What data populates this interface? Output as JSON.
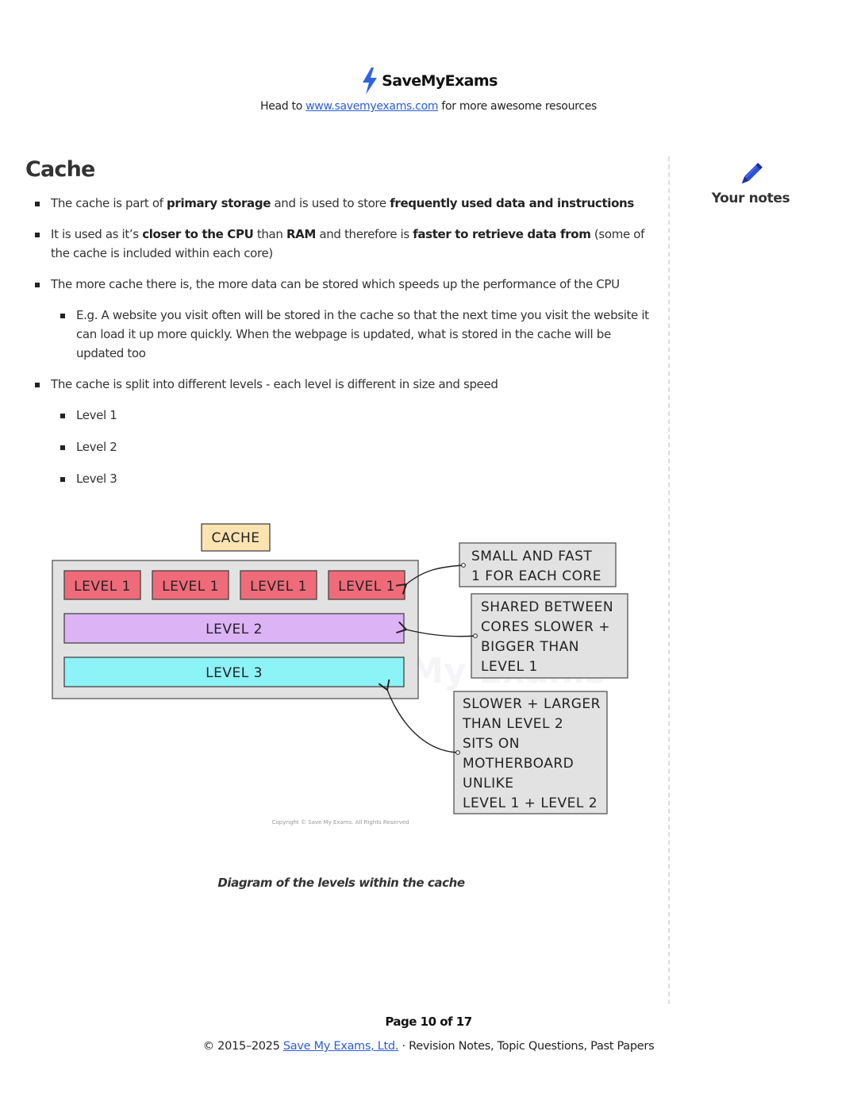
{
  "header": {
    "logo_text": "SaveMyExams",
    "tagline_prefix": "Head to ",
    "tagline_link": "www.savemyexams.com",
    "tagline_suffix": " for more awesome resources"
  },
  "sidebar": {
    "notes_label": "Your notes",
    "icon": "pencil-icon"
  },
  "content": {
    "title": "Cache",
    "bullets": [
      {
        "t1": "The cache is part of ",
        "b1": "primary storage",
        "t2": " and is used to store ",
        "b2": "frequently used data and instructions"
      },
      {
        "t1": "It is used as it’s ",
        "b1": "closer to the CPU",
        "t2": " than ",
        "b2": "RAM",
        "t3": " and therefore is ",
        "b3": "faster to retrieve data from",
        "t4": " (some of the cache is included within each core)"
      },
      {
        "text": "The more cache there is, the more data can be stored which speeds up the performance of the CPU"
      },
      {
        "text": "The cache is split into different levels - each level is different in size and speed"
      }
    ],
    "sub_example": "E.g. A website you visit often will be stored in the cache so that the next time you visit the website it can load it up more quickly. When the webpage is updated, what is stored in the cache will be updated too",
    "levels": [
      "Level 1",
      "Level 2",
      "Level 3"
    ]
  },
  "diagram": {
    "cache_label": "CACHE",
    "level1_label": "LEVEL 1",
    "level2_label": "LEVEL 2",
    "level3_label": "LEVEL 3",
    "note1": [
      "SMALL AND FAST",
      "1 FOR EACH CORE"
    ],
    "note2": [
      "SHARED BETWEEN",
      "CORES SLOWER +",
      "BIGGER THAN",
      "LEVEL 1"
    ],
    "note3": [
      "SLOWER + LARGER",
      "THAN LEVEL 2",
      "SITS ON",
      "MOTHERBOARD",
      "UNLIKE",
      "LEVEL 1 + LEVEL 2"
    ],
    "copyright": "Copyright © Save My Exams. All Rights Reserved",
    "watermark": "Save My Exams",
    "colors": {
      "level1": "#f06b7a",
      "level2": "#dcb3f5",
      "level3": "#8cf3f7",
      "cache_label": "#fde3b0",
      "container": "#e2e2e2"
    }
  },
  "caption": "Diagram of the levels within the cache",
  "footer": {
    "page": "Page 10 of 17",
    "copy_prefix": "© 2015–2025 ",
    "copy_link": "Save My Exams, Ltd.",
    "copy_suffix": " · Revision Notes, Topic Questions, Past Papers"
  }
}
